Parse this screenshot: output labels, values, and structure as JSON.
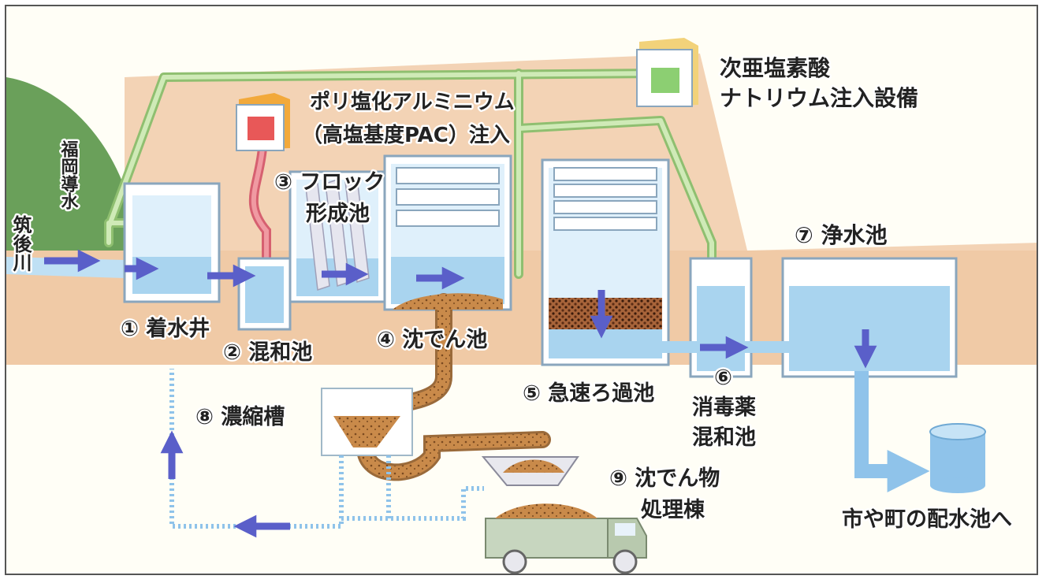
{
  "colors": {
    "ground": "#f3d3b5",
    "sky": "#fffef6",
    "water": "#bfe0f4",
    "tank_wall": "#ffffff",
    "tank_outline": "#8aa6bd",
    "arrow": "#5a5fc9",
    "sludge": "#c98a4a",
    "green_pipe": "#b8dc9a",
    "red_pipe": "#e8828a",
    "hill": "#6aa05a"
  },
  "labels": {
    "river_source": "筑後川",
    "fukuoka_conduit": "福岡導水",
    "pac_injection_line1": "ポリ塩化アルミニウム",
    "pac_injection_line2": "（高塩基度PAC）注入",
    "hypochlorite_line1": "次亜塩素酸",
    "hypochlorite_line2": "ナトリウム注入設備",
    "step1": "① 着水井",
    "step2": "② 混和池",
    "step3_line1": "③ フロック",
    "step3_line2": "形成池",
    "step4": "④ 沈でん池",
    "step5": "⑤ 急速ろ過池",
    "step6_num": "⑥",
    "step6_line1": "消毒薬",
    "step6_line2": "混和池",
    "step7": "⑦ 浄水池",
    "step8": "⑧ 濃縮槽",
    "step9_line1": "⑨ 沈でん物",
    "step9_line2": "処理棟",
    "destination": "市や町の配水池へ"
  },
  "icons": {
    "chemical_tank_pac": "chemical-tank-red-icon",
    "chemical_tank_hypochlorite": "chemical-tank-green-icon",
    "truck": "dump-truck-icon",
    "reservoir": "reservoir-cylinder-icon"
  }
}
